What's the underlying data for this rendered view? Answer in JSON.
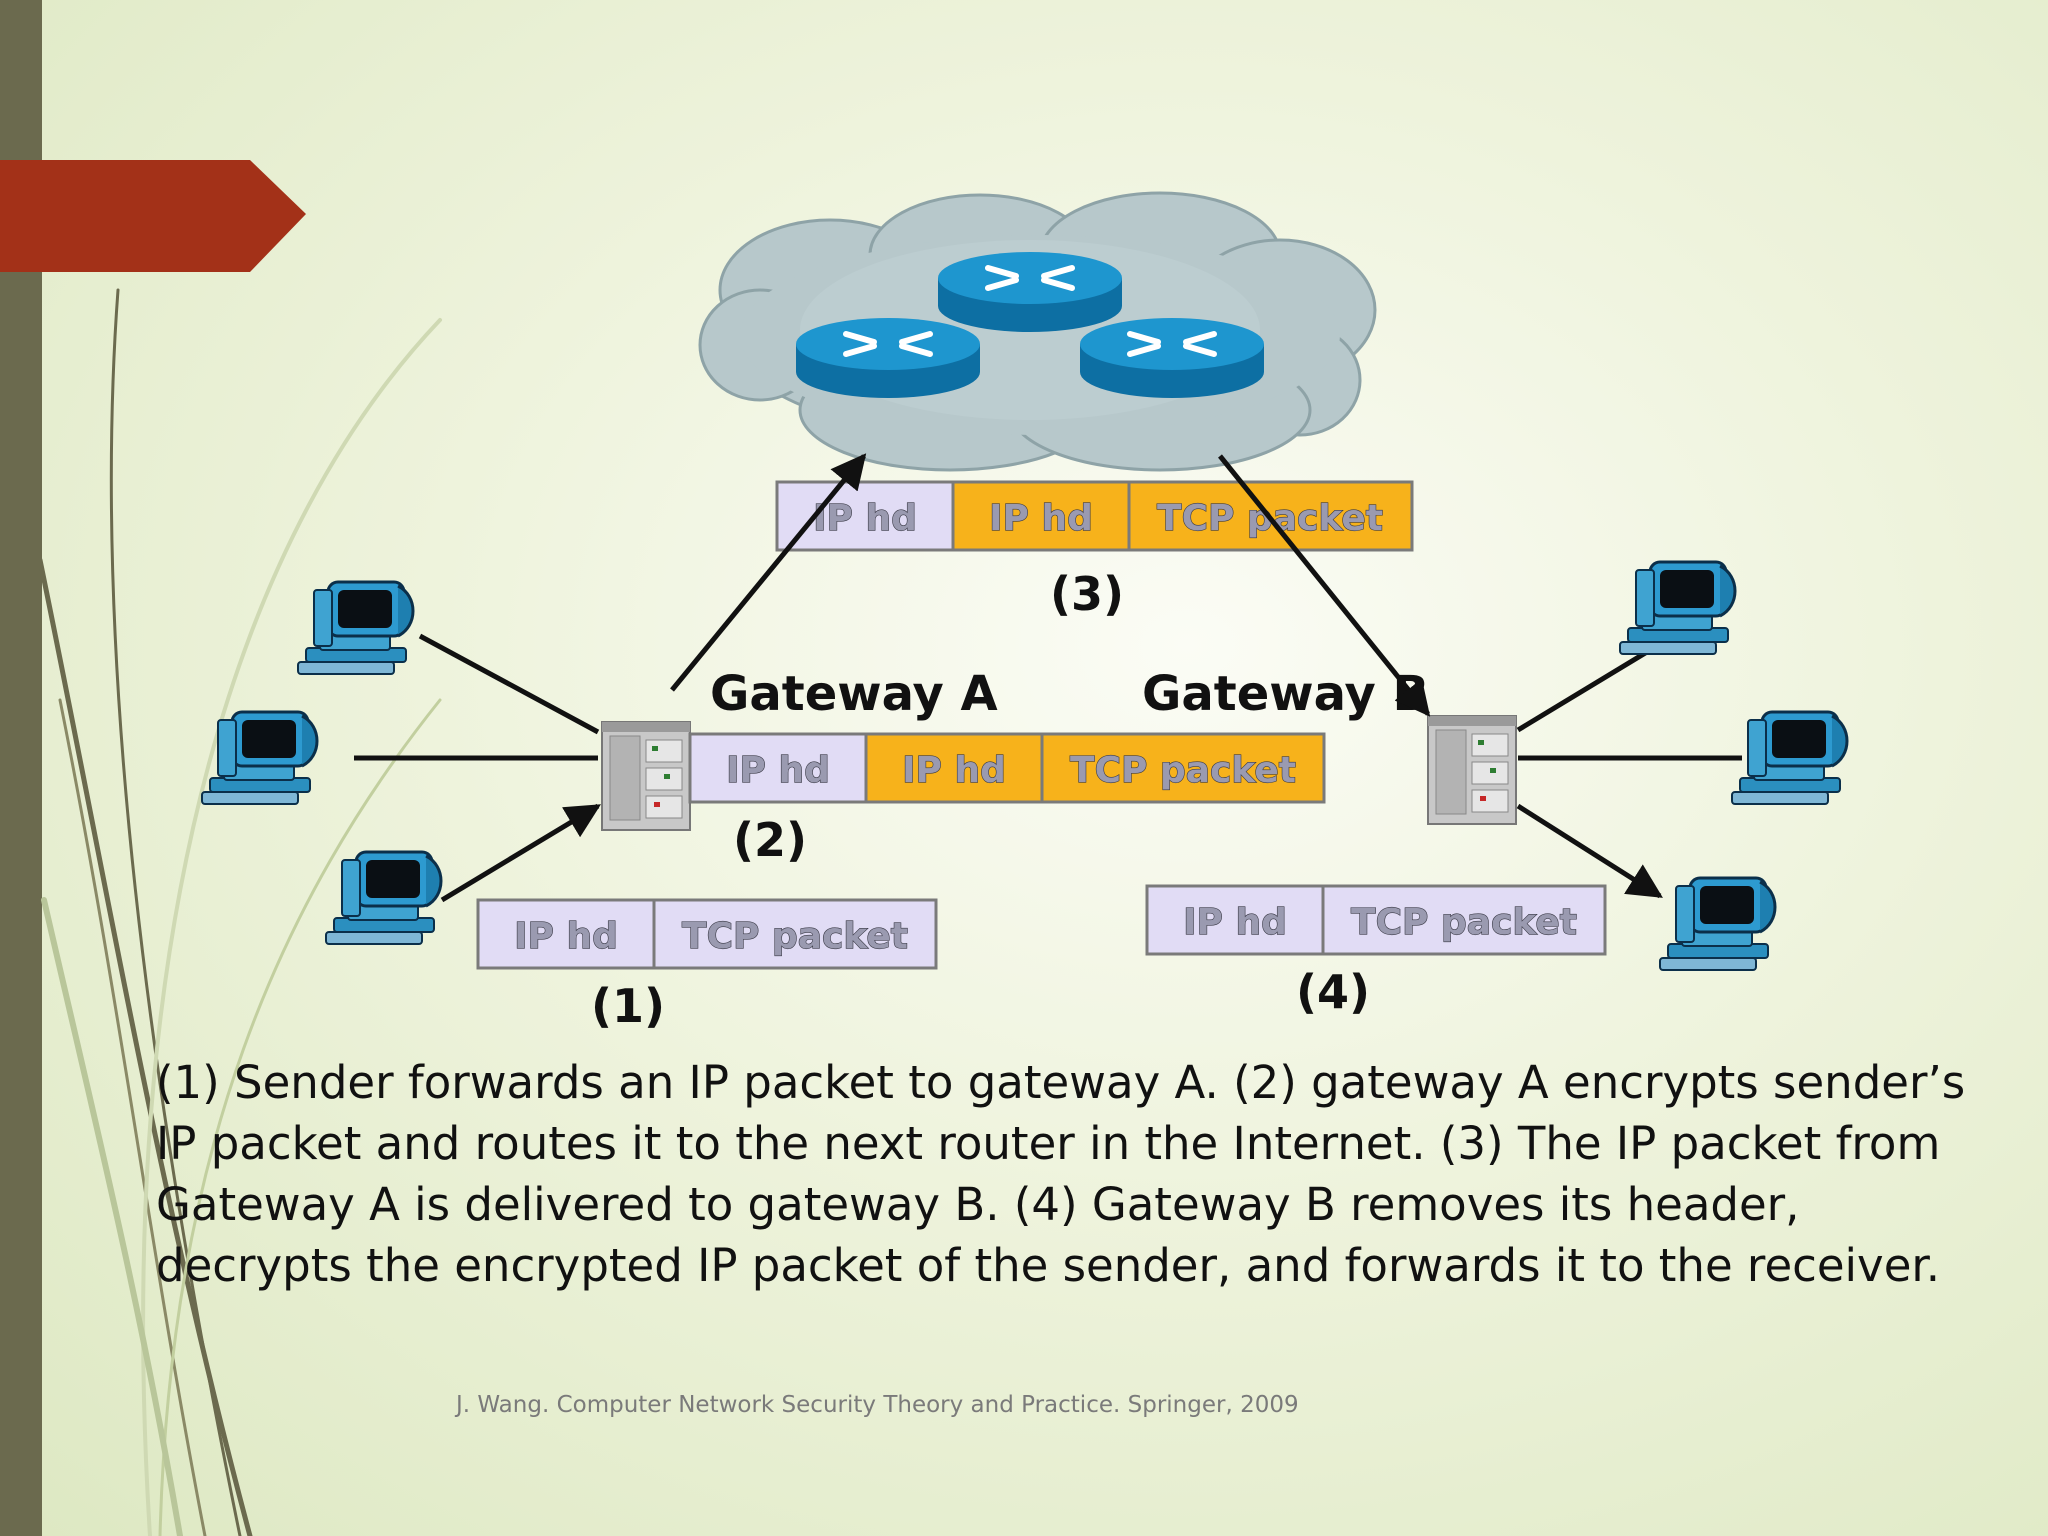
{
  "slide": {
    "colors": {
      "accent_tab": "#a33118",
      "left_bar": "#6b6a4e",
      "cell_light": "#e1dcf5",
      "cell_orange": "#f7b21b",
      "cloud": "#b7c8cb",
      "router": "#1a8dc4"
    },
    "caption": "(1)  Sender forwards an IP packet to gateway A. (2) gateway A encrypts sender’s IP packet and routes it to the next router in the Internet. (3) The IP packet from Gateway A is delivered to gateway B. (4) Gateway B removes its header, decrypts the encrypted IP packet of the sender, and forwards it to the receiver.",
    "citation": "J. Wang. Computer Network Security Theory and Practice. Springer, 2009"
  },
  "diagram": {
    "gateway_a_label": "Gateway A",
    "gateway_b_label": "Gateway B",
    "step1": {
      "number": "(1)",
      "cells": [
        "IP hd",
        "TCP packet"
      ]
    },
    "step2": {
      "number": "(2)",
      "cells": [
        "IP hd",
        "IP hd",
        "TCP packet"
      ]
    },
    "step3": {
      "number": "(3)",
      "cells": [
        "IP hd",
        "IP hd",
        "TCP packet"
      ]
    },
    "step4": {
      "number": "(4)",
      "cells": [
        "IP hd",
        "TCP packet"
      ]
    },
    "icons": {
      "cloud": "internet-cloud-icon",
      "router": "router-icon",
      "gateway": "gateway-server-icon",
      "computer": "computer-icon"
    }
  }
}
